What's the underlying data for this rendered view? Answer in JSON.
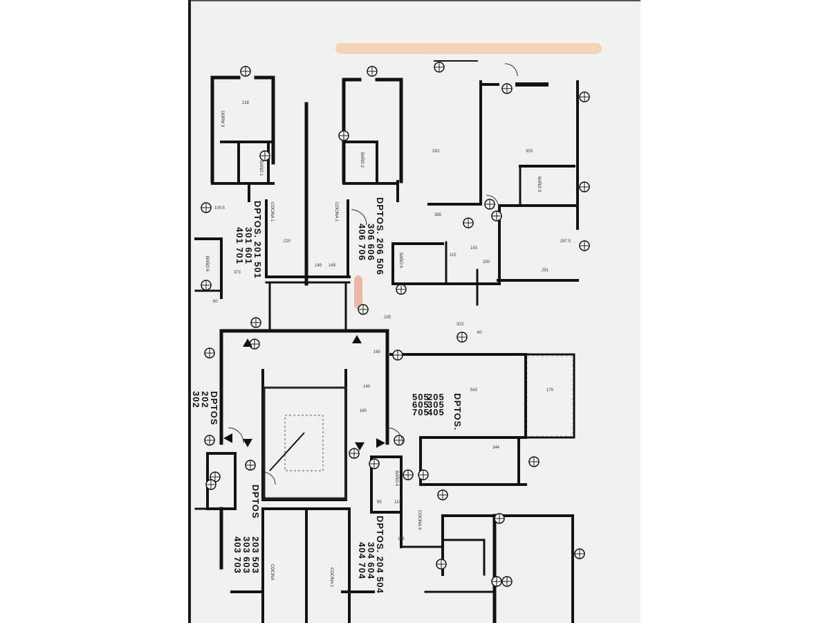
{
  "plan": {
    "paper_color": "#f1f2f0",
    "wall_color": "#121212",
    "stain_color": "#f2c9a6",
    "mark_color": "#e8a890"
  },
  "units": [
    {
      "lines": [
        "DPTOS. 201 501",
        "301 601",
        "401 701"
      ]
    },
    {
      "lines": [
        "DPTOS. 206 506",
        "306 606",
        "406 706"
      ]
    },
    {
      "lines": [
        "DPTOS",
        "202",
        "302"
      ]
    },
    {
      "lines": [
        "DPTOS.",
        "205",
        "305",
        "405",
        "505",
        "605",
        "705"
      ]
    },
    {
      "lines": [
        "DPTOS",
        "203 503",
        "303 603",
        "403 703"
      ]
    },
    {
      "lines": [
        "DPTOS. 204 504",
        "304 604",
        "404 704"
      ]
    }
  ],
  "rooms": {
    "cocina_1a": "COCINA 1",
    "cocina_1b": "COCINA 1",
    "cocina_3": "COCINA 3",
    "cocina_b1": "COCINA",
    "cocina_b2": "COCINA 1",
    "bano_1": "BAÑO 1",
    "bano_2": "BAÑO 2",
    "bano_3": "BAÑO 3",
    "bano_5": "BAÑO 5",
    "bano_6": "BAÑO 6",
    "bano_4": "BAÑO 4",
    "dorm": "DORM 3"
  },
  "dimensions": [
    "218",
    "220",
    "149",
    "149",
    "293",
    "303",
    "291",
    "287.5",
    "323",
    "543",
    "170",
    "344",
    "160",
    "160",
    "95",
    "110",
    "113",
    "115",
    "200",
    "150",
    "385",
    "60",
    "373",
    "140",
    "60",
    "100.5",
    "235"
  ]
}
